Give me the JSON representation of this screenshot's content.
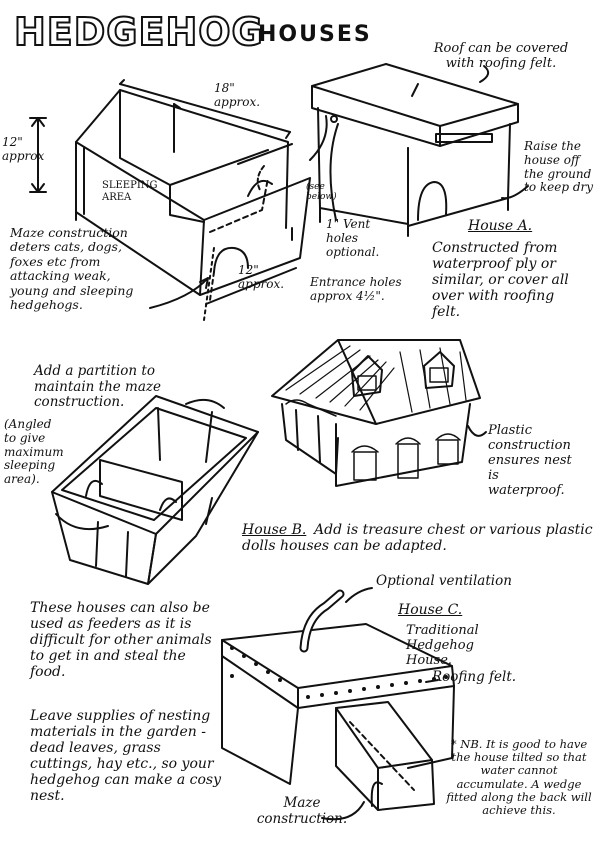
{
  "title": {
    "main": "HEDGEHOG",
    "sub": "HOUSES"
  },
  "house_a": {
    "roof_note": "Roof can be covered with roofing felt.",
    "raise_note": "Raise the house off the ground to keep dry",
    "dim_18": "18\" approx.",
    "dim_12_height": "12\" approx",
    "dim_12_depth": "12\" approx.",
    "sleeping_area": "SLEEPING AREA",
    "see_below": "(see below)",
    "vent_holes": "1\" Vent holes optional.",
    "entrance_holes": "Entrance holes approx 4½\".",
    "maze_note": "Maze construction deters cats, dogs, foxes etc from attacking weak, young and sleeping hedgehogs.",
    "label": "House A.",
    "description": "Constructed from waterproof ply or similar, or cover all over with roofing felt."
  },
  "house_b": {
    "partition_note": "Add a partition to maintain the maze construction.",
    "angled_note": "(Angled to give maximum sleeping area).",
    "plastic_note": "Plastic construction ensures nest is waterproof.",
    "label": "House B.",
    "description": "Add is treasure chest or various plastic dolls houses can be adapted."
  },
  "house_c": {
    "ventilation": "Optional ventilation",
    "label": "House C.",
    "description": "Traditional Hedgehog House.",
    "roofing_felt": "Roofing felt.",
    "maze": "Maze construction.",
    "nb_note": "* NB. It is good to have the house tilted so that water cannot accumulate. A wedge fitted along the back will achieve this."
  },
  "notes": {
    "feeders": "These houses can also be used as feeders as it is difficult for other animals to get in and steal the food.",
    "nesting": "Leave supplies of nesting materials in the garden - dead leaves, grass cuttings, hay etc., so your hedgehog can make a cosy nest."
  }
}
